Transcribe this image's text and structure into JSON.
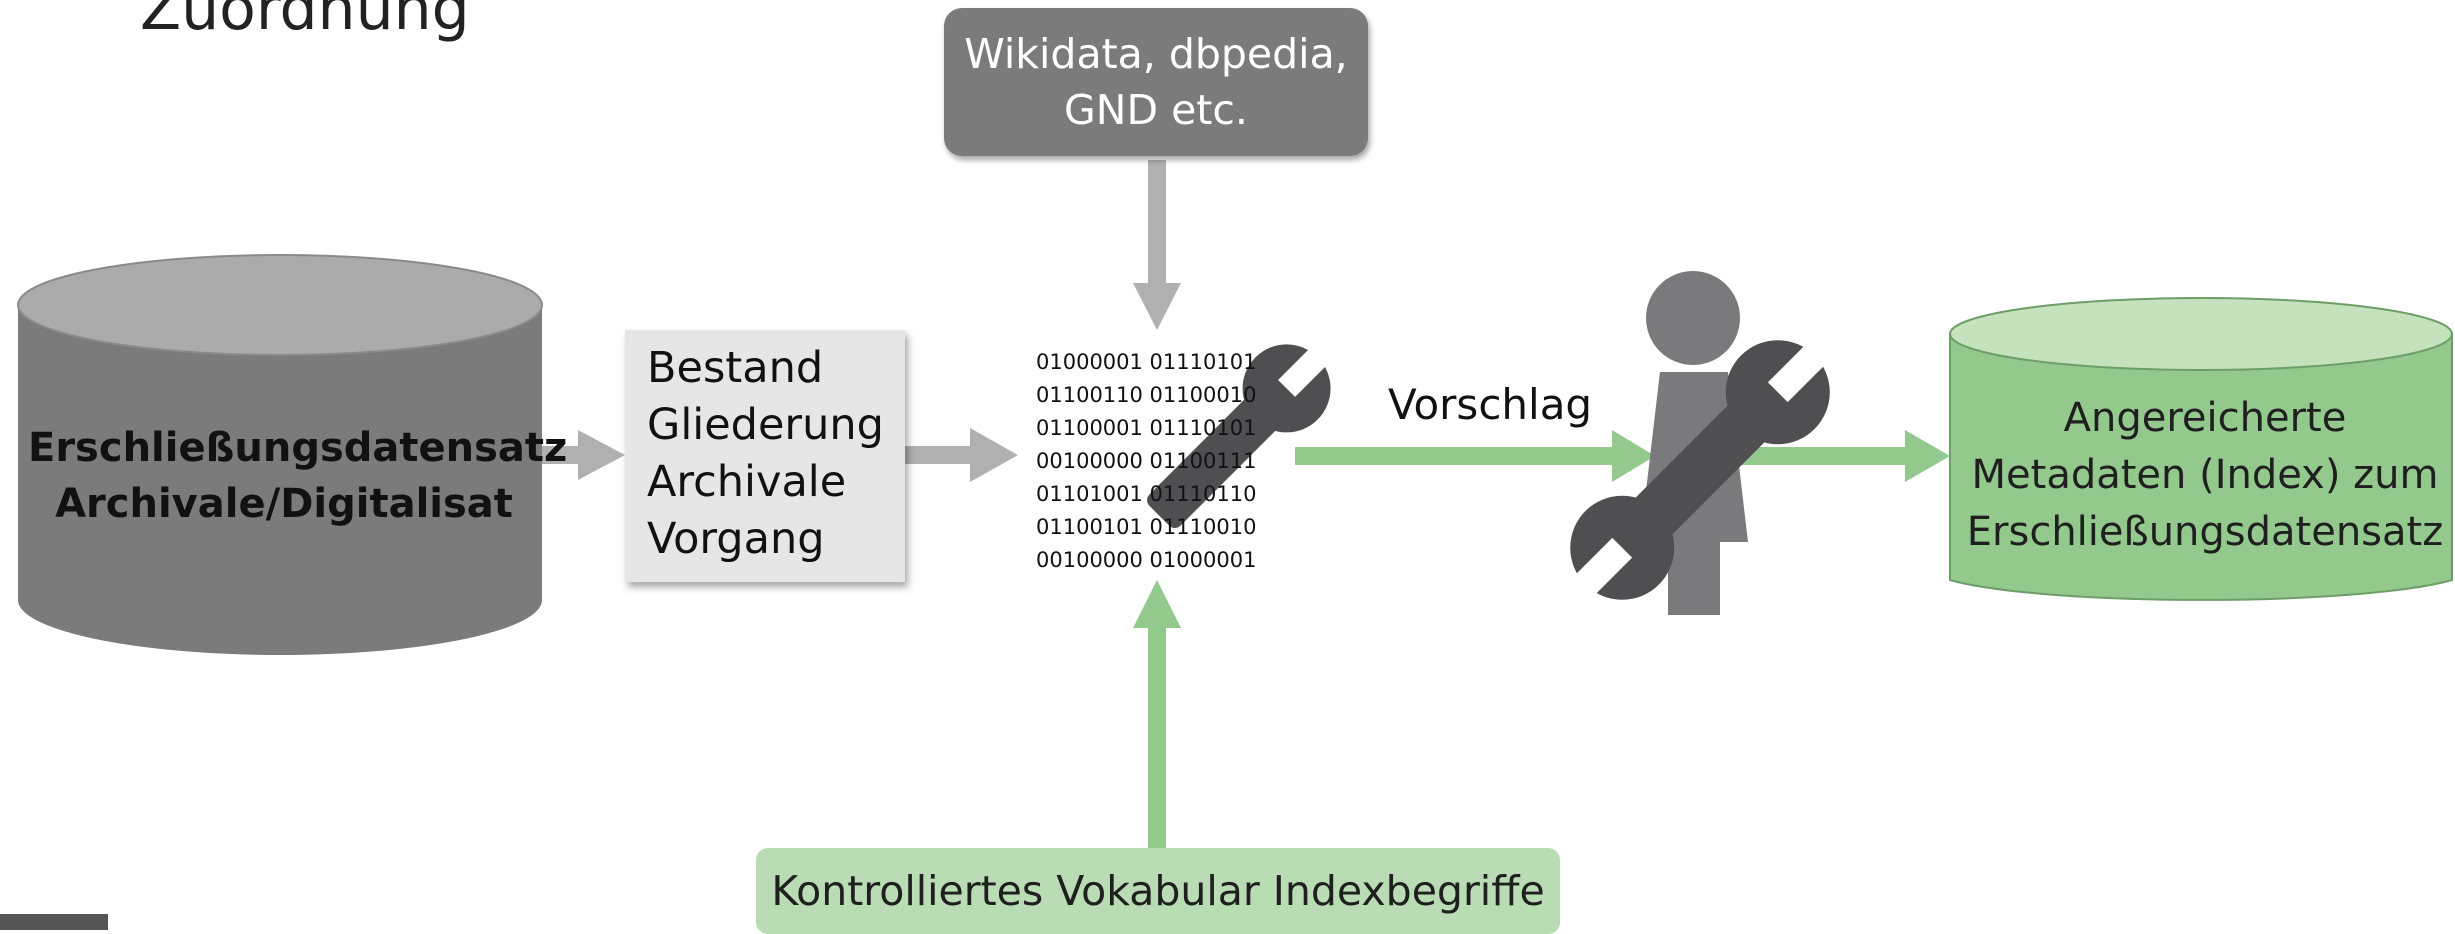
{
  "page": {
    "title": "Zuordnung"
  },
  "nodes": {
    "source_db": {
      "line1": "Erschließungsdatensatz",
      "line2": "Archivale/Digitalisat"
    },
    "bestand_list": [
      "Bestand",
      "Gliederung",
      "Archivale",
      "Vorgang"
    ],
    "external_sources": {
      "line1": "Wikidata, dbpedia,",
      "line2": "GND etc."
    },
    "binary_lines": [
      "01000001 01110101",
      "01100110 01100010",
      "01100001 01110101",
      "00100000 01100111",
      "01101001 01110110",
      "01100101 01110010",
      "00100000 01000001"
    ],
    "vocabulary": "Kontrolliertes Vokabular Indexbegriffe",
    "suggestion_label": "Vorschlag",
    "target_db": {
      "line1": "Angereicherte",
      "line2": "Metadaten (Index) zum",
      "line3": "Erschließungsdatensatz"
    }
  },
  "colors": {
    "gray_dark": "#7b7b7b",
    "gray_light": "#e6e6e6",
    "arrow_gray": "#b0b0b0",
    "green": "#94c98d",
    "green_light": "#b9dcb4",
    "wrench": "#4f4f51",
    "person": "#7a797c"
  },
  "icons": [
    "wrench-icon",
    "person-icon"
  ]
}
